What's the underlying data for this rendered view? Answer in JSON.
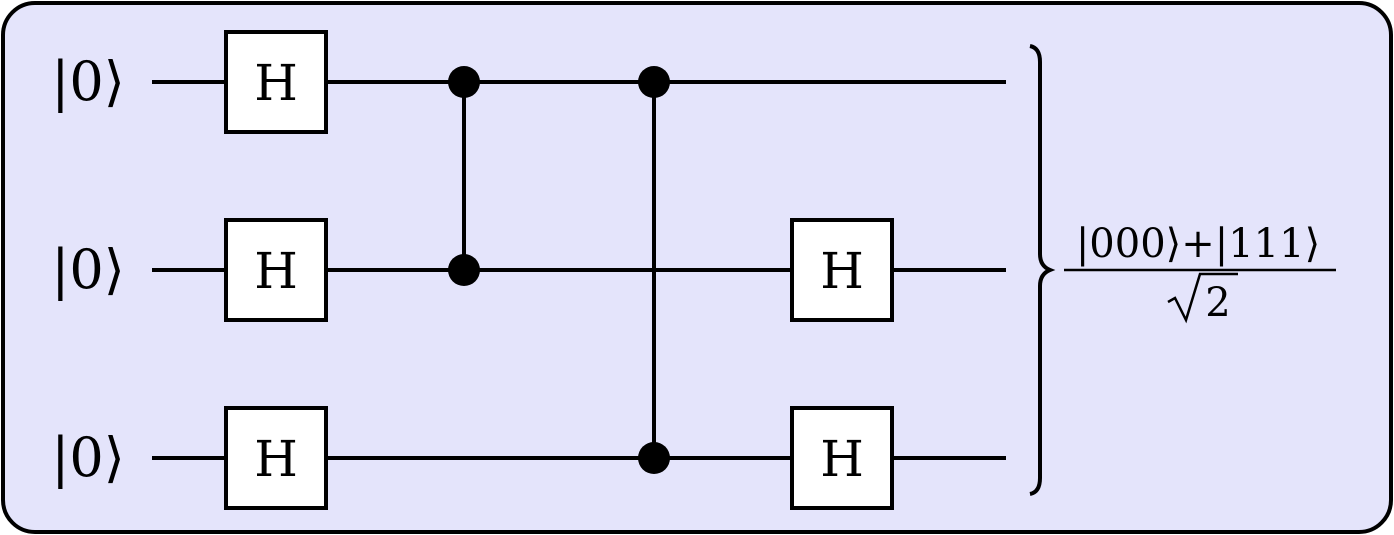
{
  "colors": {
    "panel_fill": "#e4e4fb",
    "panel_stroke": "#000000",
    "line": "#000000",
    "gate_fill": "#ffffff"
  },
  "qubits": [
    {
      "input_label": "|0⟩"
    },
    {
      "input_label": "|0⟩"
    },
    {
      "input_label": "|0⟩"
    }
  ],
  "gates": [
    {
      "type": "H",
      "qubit": 0,
      "step": 0,
      "label": "H"
    },
    {
      "type": "H",
      "qubit": 1,
      "step": 0,
      "label": "H"
    },
    {
      "type": "H",
      "qubit": 2,
      "step": 0,
      "label": "H"
    },
    {
      "type": "CZ",
      "qubits": [
        0,
        1
      ],
      "step": 1
    },
    {
      "type": "CZ",
      "qubits": [
        0,
        2
      ],
      "step": 2
    },
    {
      "type": "H",
      "qubit": 1,
      "step": 3,
      "label": "H"
    },
    {
      "type": "H",
      "qubit": 2,
      "step": 3,
      "label": "H"
    }
  ],
  "output_state": {
    "numerator": "|000⟩+|111⟩",
    "denominator_radicand": "2"
  }
}
